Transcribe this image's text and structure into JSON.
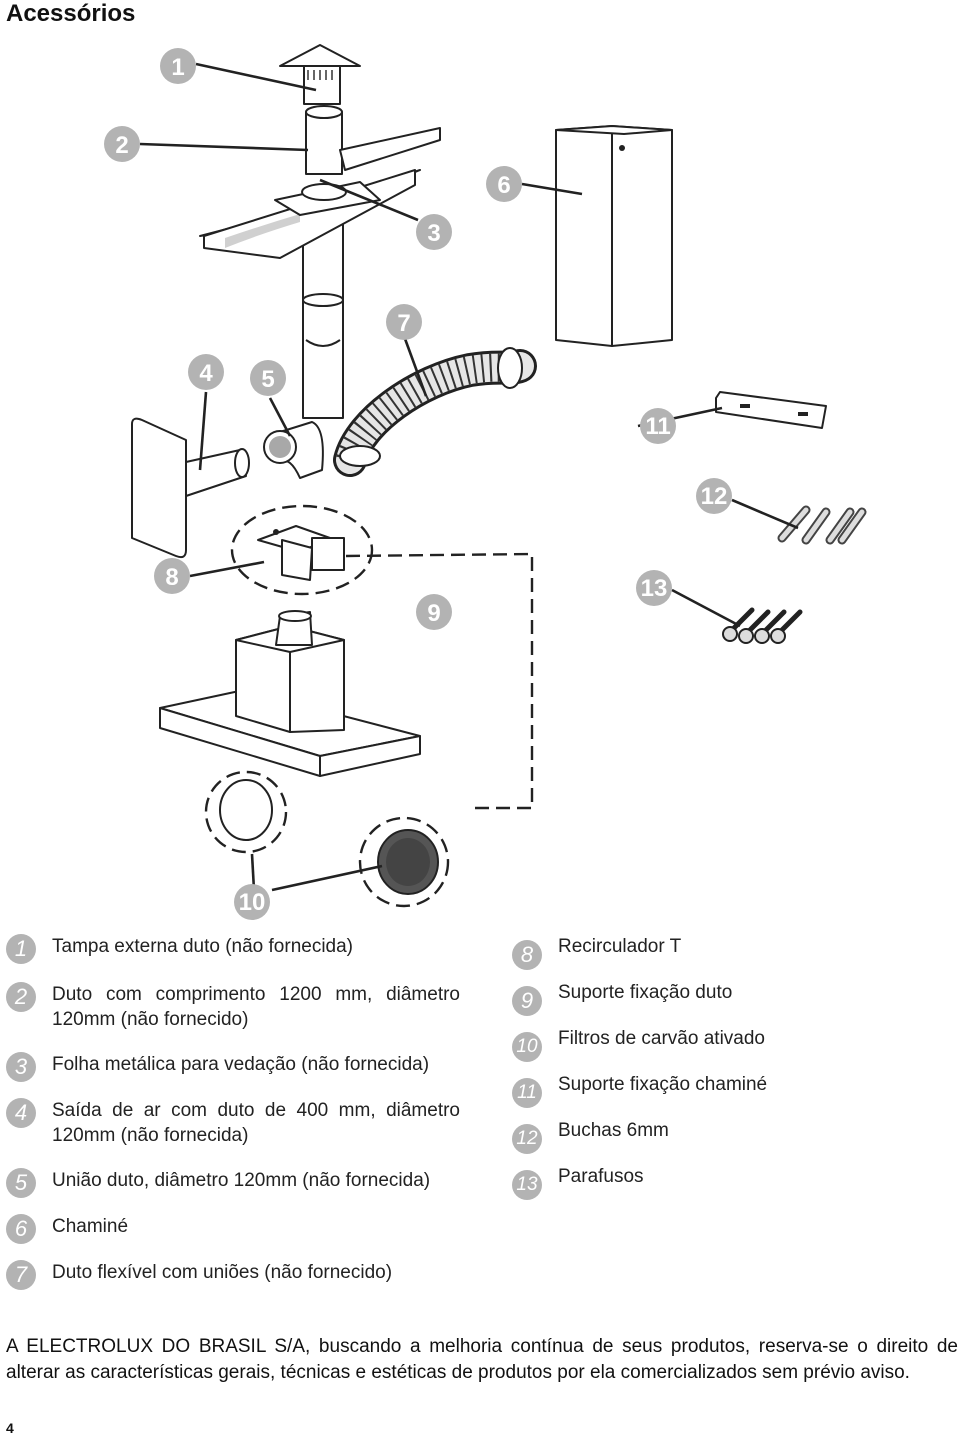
{
  "page": {
    "title": "Acessórios",
    "page_number": "4",
    "disclaimer": "A ELECTROLUX DO BRASIL S/A, buscando a melhoria contínua de seus produtos, reserva-se o direito de alterar as características gerais, técnicas e estéticas de produtos por ela comercializados sem prévio aviso."
  },
  "callouts": [
    "1",
    "2",
    "3",
    "4",
    "5",
    "6",
    "7",
    "8",
    "9",
    "10",
    "11",
    "12",
    "13"
  ],
  "legend": {
    "left": [
      {
        "num": "1",
        "text": "Tampa externa duto (não fornecida)"
      },
      {
        "num": "2",
        "text": "Duto com comprimento 1200 mm, diâmetro 120mm (não fornecido)"
      },
      {
        "num": "3",
        "text": "Folha metálica para vedação (não fornecida)"
      },
      {
        "num": "4",
        "text": "Saída de ar com duto de 400 mm, diâmetro 120mm (não fornecida)"
      },
      {
        "num": "5",
        "text": "União duto, diâmetro 120mm (não fornecida)"
      },
      {
        "num": "6",
        "text": "Chaminé"
      },
      {
        "num": "7",
        "text": "Duto flexível com uniões (não fornecido)"
      }
    ],
    "right": [
      {
        "num": "8",
        "text": "Recirculador T"
      },
      {
        "num": "9",
        "text": "Suporte fixação duto"
      },
      {
        "num": "10",
        "text": "Filtros de carvão ativado"
      },
      {
        "num": "11",
        "text": "Suporte fixação chaminé"
      },
      {
        "num": "12",
        "text": "Buchas 6mm"
      },
      {
        "num": "13",
        "text": "Parafusos"
      }
    ]
  }
}
